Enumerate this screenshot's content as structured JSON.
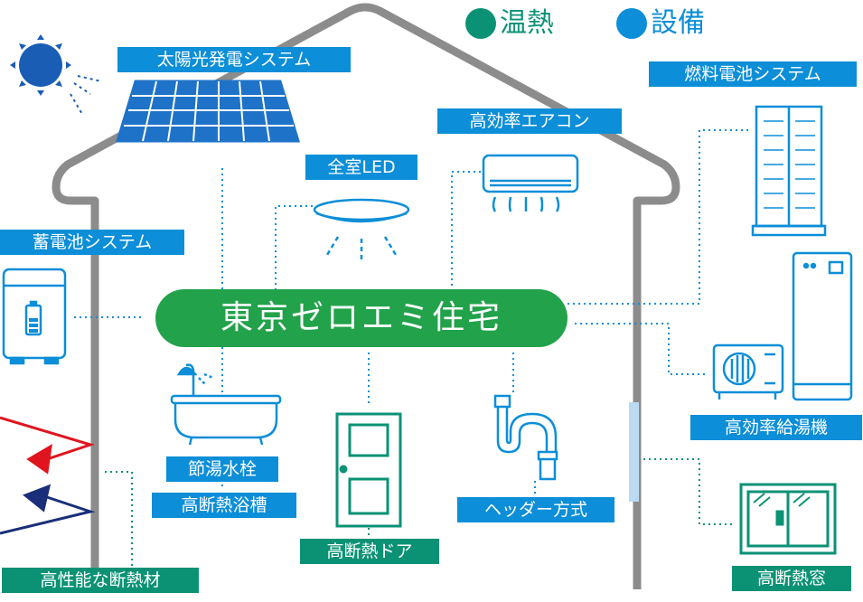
{
  "legend": {
    "thermal": {
      "text": "温熱",
      "color": "#0b9275"
    },
    "equipment": {
      "text": "設備",
      "color": "#0c8ed8"
    }
  },
  "center_title": "東京ゼロエミ住宅",
  "labels": {
    "solar": "太陽光発電システム",
    "led": "全室LED",
    "aircon": "高効率エアコン",
    "fuelcell": "燃料電池システム",
    "battery": "蓄電池システム",
    "waterheater": "高効率給湯機",
    "faucet": "節湯水栓",
    "bathtub": "高断熱浴槽",
    "door": "高断熱ドア",
    "header": "ヘッダー方式",
    "window": "高断熱窓",
    "insulation": "高性能な断熱材"
  },
  "colors": {
    "equipment_blue": "#0c8ed8",
    "thermal_teal": "#0b9275",
    "center_green": "#22a24a",
    "house_outline": "#8c8c8c",
    "sun": "#1a5db4",
    "arrow_red": "#e0141e",
    "arrow_navy": "#1a2f7a"
  }
}
